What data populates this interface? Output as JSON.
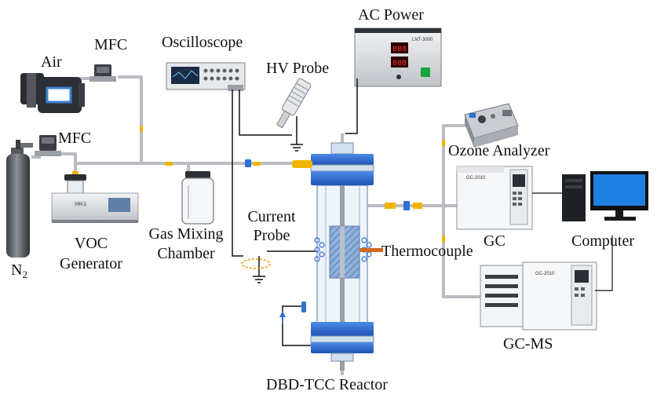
{
  "labels": {
    "ac_power": "AC Power",
    "mfc_top": "MFC",
    "oscilloscope": "Oscilloscope",
    "hv_probe": "HV Probe",
    "air": "Air",
    "mfc_bottom": "MFC",
    "ozone_analyzer": "Ozone Analyzer",
    "current_probe_line1": "Current",
    "current_probe_line2": "Probe",
    "gas_mixing_line1": "Gas Mixing",
    "gas_mixing_line2": "Chamber",
    "voc_line1": "VOC",
    "voc_line2": "Generator",
    "n2_main": "N",
    "n2_sub": "2",
    "thermocouple": "Thermocouple",
    "gc": "GC",
    "computer": "Computer",
    "gc_ms": "GC-MS",
    "reactor": "DBD-TCC Reactor"
  },
  "device_text": {
    "voc_panel": "HH-1",
    "gc_panel": "GC-2010",
    "gcms_panel": "GC-2010",
    "ac_panel": "LNT-3000"
  },
  "colors": {
    "pipe": "#b9bcc0",
    "pipe_joint": "#f0b400",
    "reactor_blue": "#2f6fd8",
    "reactor_glass": "#cfe0ef",
    "wire": "#111111",
    "probe_ring": "#e0a000",
    "ac_display": "#ff2a2a",
    "computer_screen": "#1e7fe0"
  },
  "icons": [
    "air-compressor-icon",
    "mfc-icon",
    "oscilloscope-icon",
    "ac-power-supply-icon",
    "hv-probe-icon",
    "gas-cylinder-icon",
    "voc-generator-icon",
    "gas-mixing-chamber-icon",
    "dbd-reactor-icon",
    "ozone-analyzer-icon",
    "gc-instrument-icon",
    "gc-ms-instrument-icon",
    "computer-icon",
    "ground-icon",
    "current-probe-icon",
    "thermocouple-icon"
  ]
}
